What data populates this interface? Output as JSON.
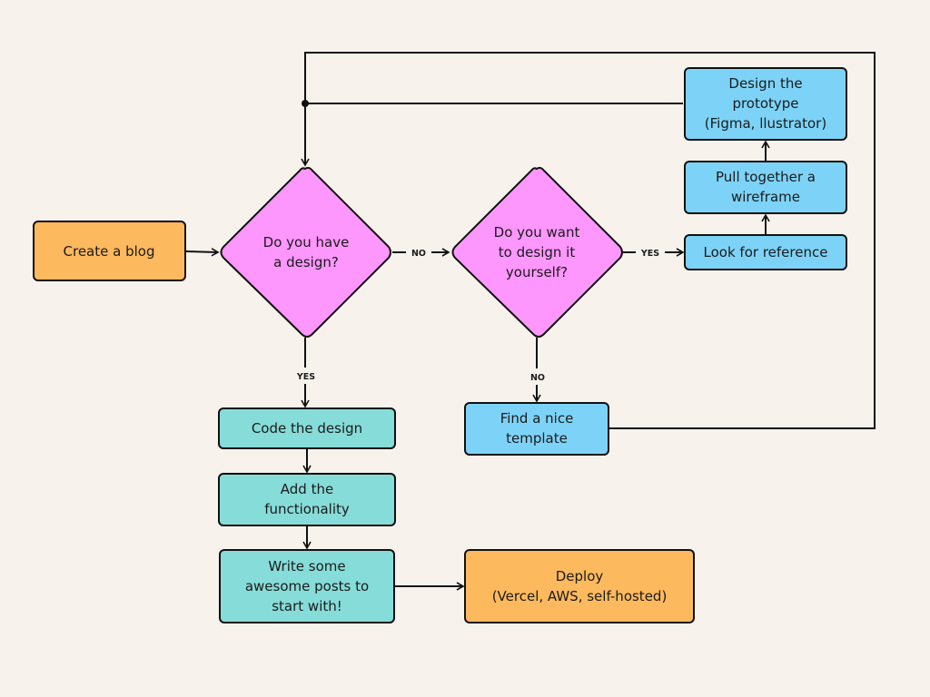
{
  "colors": {
    "background": "#f7f3ec",
    "start_end": "#fdb95e",
    "decision": "#fd96fd",
    "teal_step": "#86dcd8",
    "blue_step": "#7dd3f7",
    "stroke": "#111111"
  },
  "nodes": {
    "create_blog": {
      "lines": [
        "Create a blog"
      ]
    },
    "have_design": {
      "lines": [
        "Do you have",
        "a design?"
      ]
    },
    "design_yourself": {
      "lines": [
        "Do you want",
        "to design it",
        "yourself?"
      ]
    },
    "look_reference": {
      "lines": [
        "Look for reference"
      ]
    },
    "wireframe": {
      "lines": [
        "Pull together a",
        "wireframe"
      ]
    },
    "prototype": {
      "lines": [
        "Design the",
        "prototype",
        "(Figma, llustrator)"
      ]
    },
    "nice_template": {
      "lines": [
        "Find a nice",
        "template"
      ]
    },
    "code_design": {
      "lines": [
        "Code the design"
      ]
    },
    "add_functionality": {
      "lines": [
        "Add the",
        "functionality"
      ]
    },
    "write_posts": {
      "lines": [
        "Write some",
        "awesome posts to",
        "start with!"
      ]
    },
    "deploy": {
      "lines": [
        "Deploy",
        "(Vercel, AWS, self-hosted)"
      ]
    }
  },
  "edge_labels": {
    "no_1": "NO",
    "yes_1": "YES",
    "yes_2": "YES",
    "no_2": "NO"
  }
}
